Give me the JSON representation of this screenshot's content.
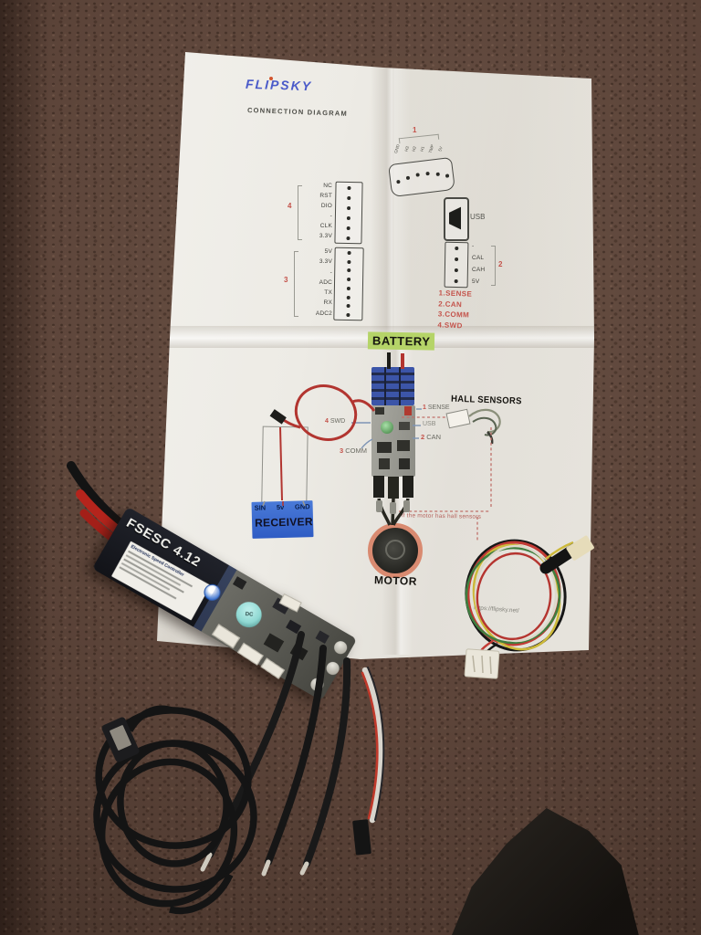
{
  "photo": {
    "paper": {
      "brand": "FLIPSKY",
      "title": "CONNECTION DIAGRAM",
      "url": "https://flipsky.net/",
      "battery_label": "BATTERY",
      "motor_label": "MOTOR",
      "hall_sensors_label": "HALL SENSORS",
      "hall_note": "if the motor has hall sensors",
      "receiver": {
        "label": "RECEIVER",
        "pins": [
          "SIN",
          "5v",
          "GND"
        ]
      },
      "legend": [
        "1.SENSE",
        "2.CAN",
        "3.COMM",
        "4.SWD"
      ],
      "connectors": {
        "arc": {
          "num": "1",
          "pins": [
            "GND",
            "H3",
            "H2",
            "H1",
            "TMP",
            "5V"
          ]
        },
        "swd": {
          "num": "4",
          "pins": [
            "NC",
            "RST",
            "DIO",
            "-",
            "CLK",
            "3.3V"
          ]
        },
        "uart": {
          "num": "3",
          "pins": [
            "5V",
            "3.3V",
            "-",
            "ADC",
            "TX",
            "RX",
            "ADC2"
          ]
        },
        "can": {
          "num": "2",
          "pins": [
            "-",
            "CAL",
            "CAH",
            "5V"
          ]
        },
        "usb_label": "USB"
      },
      "callouts": {
        "sense_num": "1",
        "sense": "SENSE",
        "swd_num": "4",
        "swd": "SWD",
        "usb": "USB",
        "can_num": "2",
        "can": "CAN",
        "comm_num": "3",
        "comm": "COMM"
      }
    },
    "esc": {
      "model": "FSESC 4.12",
      "label_title": "Electronic Speed Controller",
      "inductor_mark": "DC"
    },
    "colors": {
      "carpet": "#5d453a",
      "paper": "#edebe4",
      "logo_blue": "#4a5ac9",
      "diagram_red": "#c4524a",
      "battery_green": "#b5d468",
      "receiver_blue": "#3e6fd0",
      "motor_ring": "#d98a70",
      "capacitor_blue": "#3c55a8",
      "wire_red": "#b5241c",
      "inductor_teal": "#8fd8d2"
    }
  }
}
